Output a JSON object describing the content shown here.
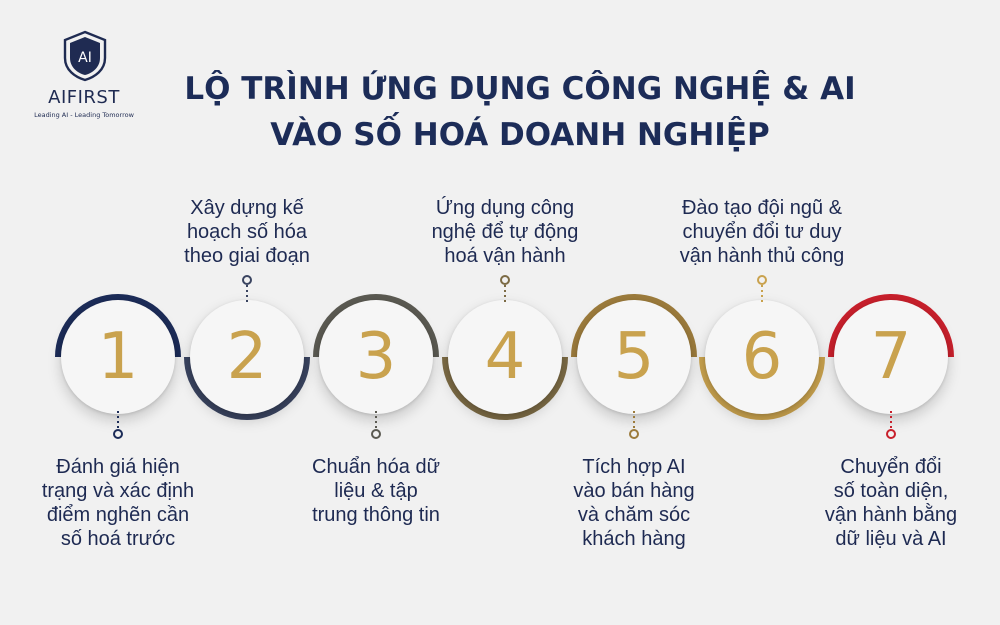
{
  "brand": {
    "name": "AIFIRST",
    "tagline": "Leading AI - Leading Tomorrow",
    "mark_text": "AI"
  },
  "title_lines": [
    "LỘ TRÌNH ỨNG DỤNG CÔNG NGHỆ & AI",
    "VÀO SỐ HOÁ DOANH NGHIỆP"
  ],
  "steps": [
    {
      "number": "1",
      "color": "#1c2c58",
      "label_lines": [
        "Đánh giá hiện",
        "trạng và xác định",
        "điểm nghẽn cần",
        "số hoá trước"
      ]
    },
    {
      "number": "2",
      "color": "#3a4460",
      "label_lines": [
        "Xây dựng kế",
        "hoạch số hóa",
        "theo giai đoạn"
      ]
    },
    {
      "number": "3",
      "color": "#5b5a52",
      "label_lines": [
        "Chuẩn hóa dữ",
        "liệu & tập",
        "trung thông tin"
      ]
    },
    {
      "number": "4",
      "color": "#7c6b45",
      "label_lines": [
        "Ứng dụng công",
        "nghệ để tự động",
        "hoá vận hành"
      ]
    },
    {
      "number": "5",
      "color": "#9c7b3c",
      "label_lines": [
        "Tích hợp AI",
        "vào bán hàng",
        "và chăm sóc",
        "khách hàng"
      ]
    },
    {
      "number": "6",
      "color": "#c9a24e",
      "label_lines": [
        "Đào tạo đội ngũ &",
        "chuyển đổi tư duy",
        "vận hành thủ công"
      ]
    },
    {
      "number": "7",
      "color": "#c8202c",
      "label_lines": [
        "Chuyển đổi",
        "số toàn diện,",
        "vận hành bằng",
        "dữ liệu và AI"
      ]
    }
  ]
}
